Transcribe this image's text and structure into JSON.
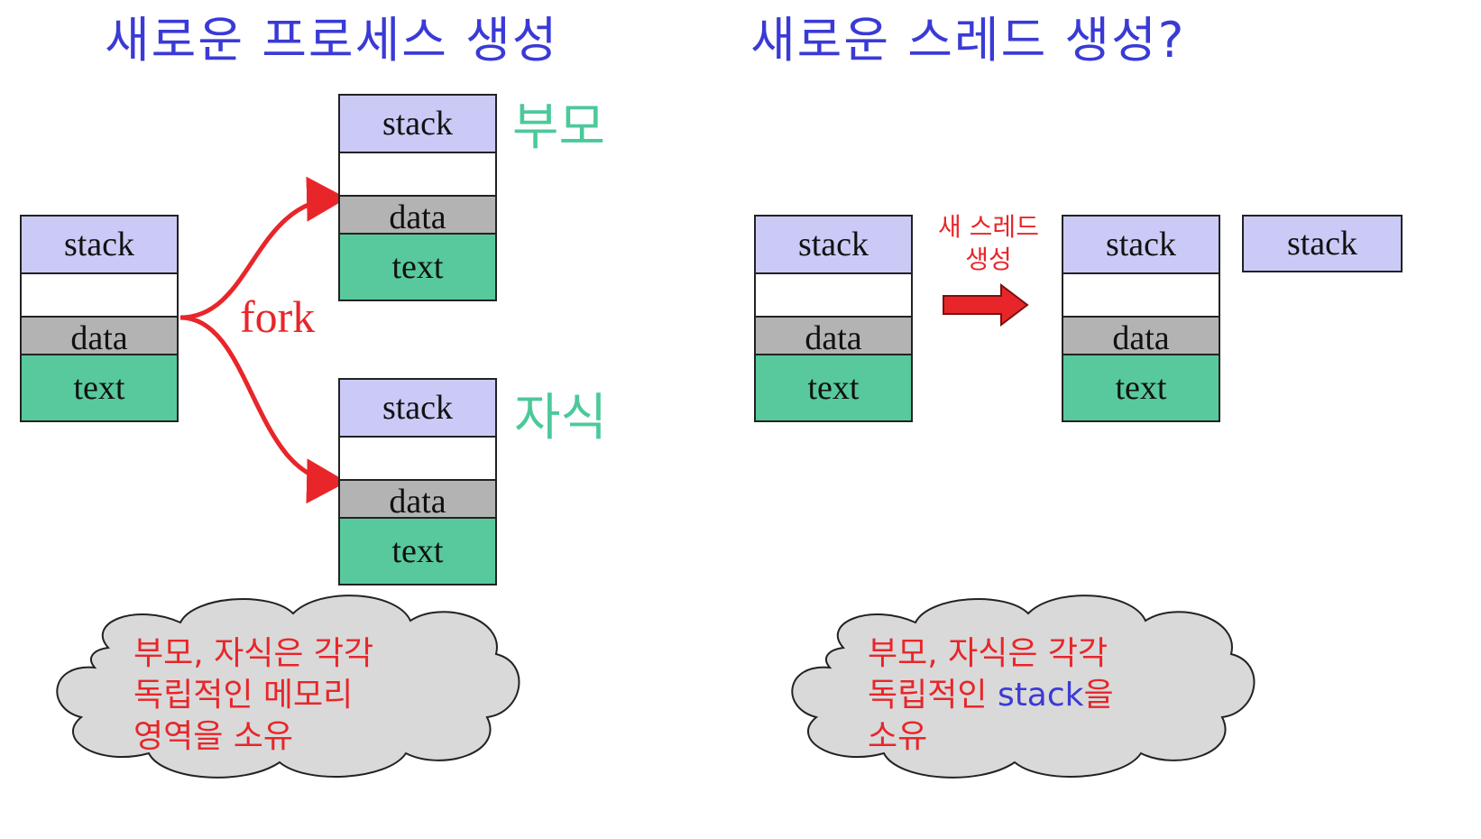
{
  "left_title": "새로운 프로세스 생성",
  "right_title": "새로운 스레드 생성?",
  "segments": {
    "stack": "stack",
    "data": "data",
    "text": "text"
  },
  "labels": {
    "parent": "부모",
    "child": "자식",
    "fork": "fork",
    "new_thread_line1": "새 스레드",
    "new_thread_line2": "생성"
  },
  "clouds": {
    "left": {
      "line1": "부모, 자식은 각각",
      "line2": "독립적인 메모리",
      "line3": "영역을 소유"
    },
    "right": {
      "line1": "부모, 자식은 각각",
      "line2_prefix": "독립적인 ",
      "line2_highlight": "stack",
      "line2_suffix": "을",
      "line3": "소유"
    }
  },
  "colors": {
    "title": "#3a3ad6",
    "stack": "#cbcaf7",
    "data": "#b3b3b3",
    "text": "#58c99c",
    "role_label": "#4cc99a",
    "arrow": "#e8262a",
    "cloud": "#d9d9d9"
  }
}
